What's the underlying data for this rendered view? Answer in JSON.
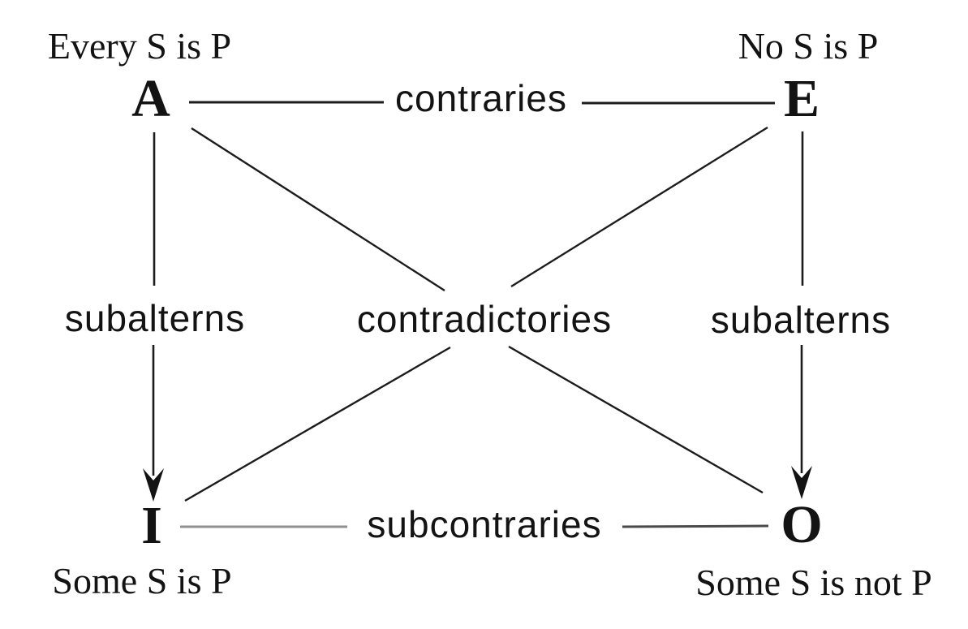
{
  "diagram": {
    "corners": {
      "A": {
        "letter": "A",
        "statement": "Every S is P"
      },
      "E": {
        "letter": "E",
        "statement": "No S is P"
      },
      "I": {
        "letter": "I",
        "statement": "Some S is P"
      },
      "O": {
        "letter": "O",
        "statement": "Some S is not P"
      }
    },
    "relations": {
      "contraries": "contraries",
      "contradictories": "contradictories",
      "subcontraries": "subcontraries",
      "subalterns_left": "subalterns",
      "subalterns_right": "subalterns"
    },
    "colors": {
      "background": "#ffffff",
      "ink": "#131313",
      "line": "#1c1c1c",
      "faded_line": "#909090",
      "medium_line": "#4a4a4a"
    }
  }
}
